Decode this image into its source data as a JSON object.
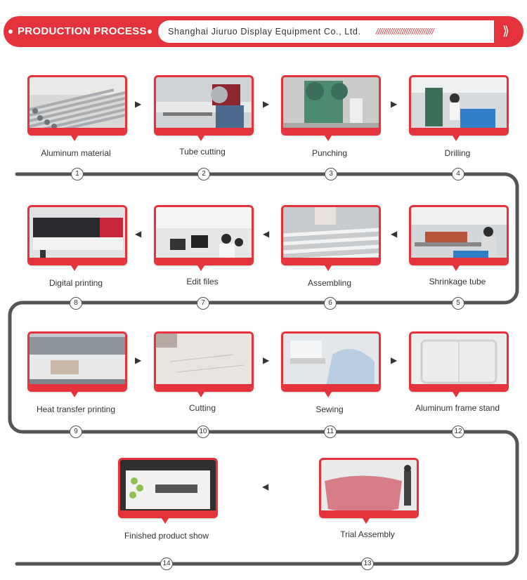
{
  "header": {
    "title": "PRODUCTION PROCESS",
    "company": "Shanghai Jiuruo Display Equipment Co., Ltd.",
    "decoration": "/////////////////////////////",
    "button_glyph": "⟫"
  },
  "colors": {
    "accent": "#e5333b",
    "track": "#555555"
  },
  "steps": [
    {
      "num": "1",
      "label": "Aluminum material"
    },
    {
      "num": "2",
      "label": "Tube cutting"
    },
    {
      "num": "3",
      "label": "Punching"
    },
    {
      "num": "4",
      "label": "Drilling"
    },
    {
      "num": "5",
      "label": "Shrinkage tube"
    },
    {
      "num": "6",
      "label": "Assembling"
    },
    {
      "num": "7",
      "label": "Edit files"
    },
    {
      "num": "8",
      "label": "Digital printing"
    },
    {
      "num": "9",
      "label": "Heat transfer printing"
    },
    {
      "num": "10",
      "label": "Cutting"
    },
    {
      "num": "11",
      "label": "Sewing"
    },
    {
      "num": "12",
      "label": "Aluminum frame stand"
    },
    {
      "num": "13",
      "label": "Trial Assembly"
    },
    {
      "num": "14",
      "label": "Finished product show"
    }
  ]
}
